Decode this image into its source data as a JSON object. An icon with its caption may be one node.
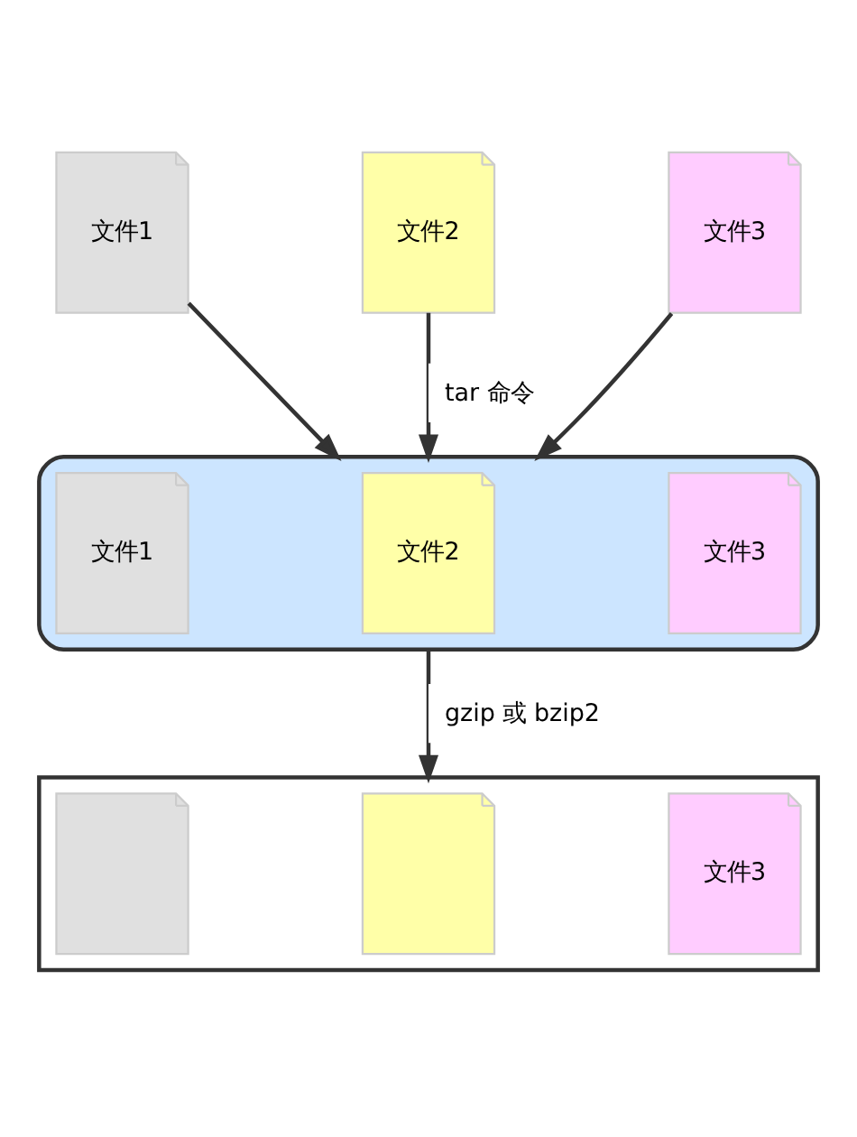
{
  "diagram": {
    "nodes": [
      {
        "text": [
          "文件1"
        ]
      },
      {
        "text": [
          "文件2"
        ]
      },
      {
        "text": [
          "文件3"
        ]
      },
      {
        "text": [],
        "shape": "box"
      },
      {
        "text": [
          "文件1"
        ],
        "in": 3
      },
      {
        "text": [
          "文件2"
        ],
        "in": 3
      },
      {
        "text": [
          "文件3"
        ],
        "in": 3
      },
      {
        "text": [],
        "shape": "box"
      },
      {
        "text": [],
        "shape": "box",
        "in": 7
      },
      {
        "text": [],
        "shape": "box",
        "in": 7
      },
      {
        "text": [
          "文件3"
        ],
        "in": 7
      }
    ],
    "edges": [
      {
        "from": 0,
        "to": 3,
        "arrow": "to"
      },
      {
        "from": 1,
        "to": 3,
        "arrow": "to",
        "label": "tar 命令"
      },
      {
        "from": 2,
        "to": 3,
        "arrow": "to"
      },
      {
        "from": 3,
        "to": 7,
        "arrow": "to",
        "label": "gzip 或 bzip2"
      }
    ]
  }
}
